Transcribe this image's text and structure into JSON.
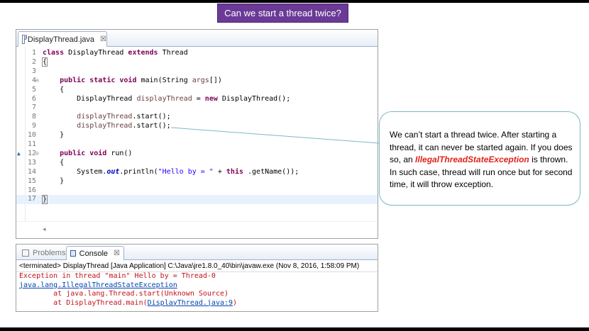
{
  "banner": {
    "title": "Can we start a thread twice?"
  },
  "editor": {
    "tab_label": "DisplayThread.java",
    "tab_close": "☒",
    "lines": [
      {
        "n": "1",
        "segments": [
          [
            "kw",
            "class"
          ],
          [
            "",
            "DisplayThread "
          ],
          [
            "kw",
            "extends"
          ],
          [
            "",
            "Thread"
          ]
        ]
      },
      {
        "n": "2",
        "segments": [
          [
            "brace",
            "{"
          ]
        ]
      },
      {
        "n": "3",
        "segments": []
      },
      {
        "n": "4",
        "fold": "⊖",
        "segments": [
          [
            "",
            "    "
          ],
          [
            "kw",
            "public static void"
          ],
          [
            "",
            "main(String "
          ],
          [
            "var",
            "args"
          ],
          [
            "",
            "[])"
          ]
        ]
      },
      {
        "n": "5",
        "segments": [
          [
            "",
            "    {"
          ]
        ]
      },
      {
        "n": "6",
        "segments": [
          [
            "",
            "        DisplayThread "
          ],
          [
            "var",
            "displayThread"
          ],
          [
            "",
            " = "
          ],
          [
            "kw",
            "new"
          ],
          [
            "",
            "DisplayThread();"
          ]
        ]
      },
      {
        "n": "7",
        "segments": []
      },
      {
        "n": "8",
        "segments": [
          [
            "",
            "        "
          ],
          [
            "var",
            "displayThread"
          ],
          [
            "",
            ".start();"
          ]
        ]
      },
      {
        "n": "9",
        "segments": [
          [
            "",
            "        "
          ],
          [
            "var",
            "displayThread"
          ],
          [
            "",
            ".start();"
          ]
        ]
      },
      {
        "n": "10",
        "segments": [
          [
            "",
            "    }"
          ]
        ]
      },
      {
        "n": "11",
        "segments": []
      },
      {
        "n": "12",
        "fold": "⊖",
        "mark": "▲",
        "segments": [
          [
            "",
            "    "
          ],
          [
            "kw",
            "public void"
          ],
          [
            "",
            "run()"
          ]
        ]
      },
      {
        "n": "13",
        "segments": [
          [
            "",
            "    {"
          ]
        ]
      },
      {
        "n": "14",
        "segments": [
          [
            "",
            "        System."
          ],
          [
            "fld",
            "out"
          ],
          [
            "",
            ".println("
          ],
          [
            "str",
            "\"Hello by = \""
          ],
          [
            "",
            " + "
          ],
          [
            "kw",
            "this"
          ],
          [
            "",
            ".getName());"
          ]
        ]
      },
      {
        "n": "15",
        "segments": [
          [
            "",
            "    }"
          ]
        ]
      },
      {
        "n": "16",
        "segments": []
      },
      {
        "n": "17",
        "current": true,
        "segments": [
          [
            "brace",
            "}"
          ],
          [
            "caret",
            ""
          ]
        ]
      }
    ],
    "scroll_left_arrow": "◂"
  },
  "callout": {
    "text_before": "We can’t start a thread twice. After starting a thread, it can never be started again. If you does so, an ",
    "exception_name": "IllegalThreadStateException",
    "text_after": " is thrown. In such case, thread will run once but for second time, it will throw exception."
  },
  "console": {
    "tab_problems": "Problems",
    "tab_console": "Console",
    "tab_close": "☒",
    "status": "<terminated> DisplayThread [Java Application] C:\\Java\\jre1.8.0_40\\bin\\javaw.exe (Nov 8, 2016, 1:58:09 PM)",
    "out_line1": "Exception in thread \"main\" Hello by = Thread-0",
    "out_exception": "java.lang.IllegalThreadStateException",
    "out_line3": "        at java.lang.Thread.start(Unknown Source)",
    "out_line4_prefix": "        at DisplayThread.main(",
    "out_line4_link": "DisplayThread.java:9",
    "out_line4_suffix": ")"
  }
}
